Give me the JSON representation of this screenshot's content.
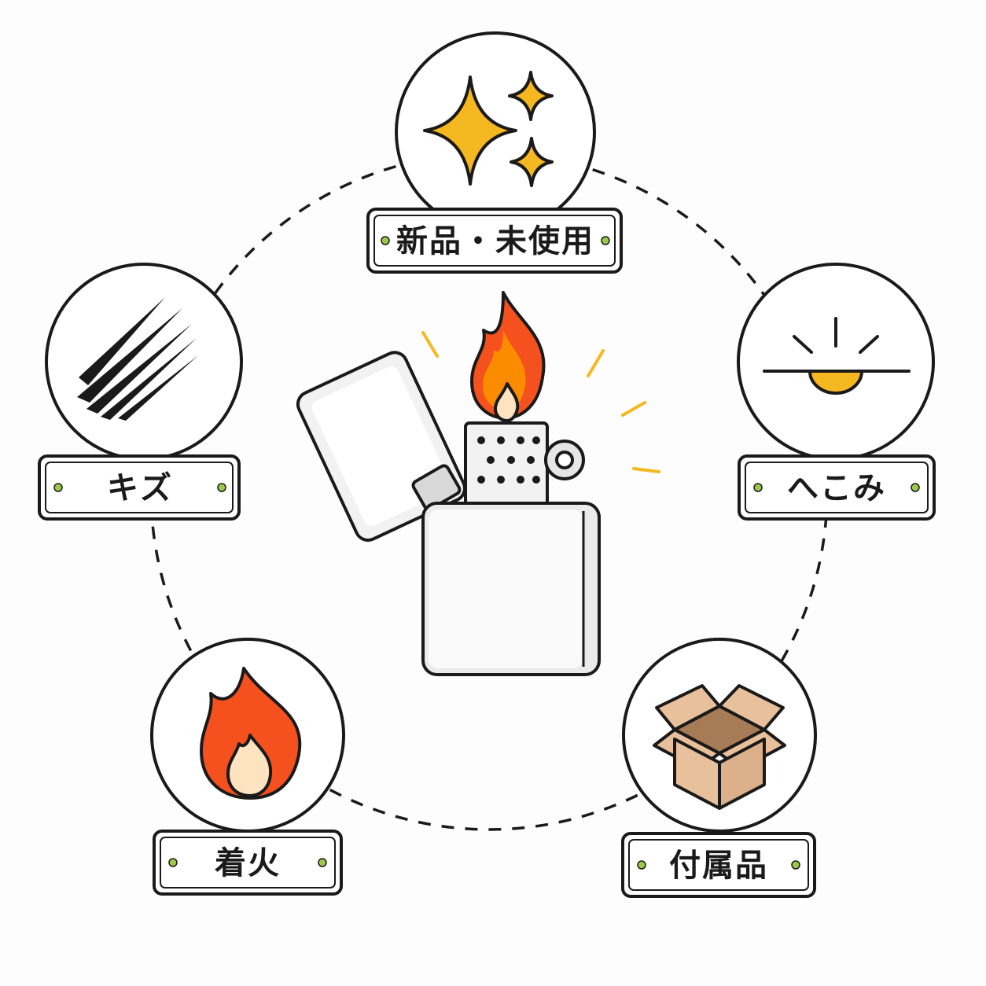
{
  "center": {
    "icon": "zippo-lighter-icon"
  },
  "nodes": [
    {
      "id": "new",
      "label": "新品・未使用",
      "icon": "sparkle-icon"
    },
    {
      "id": "dent",
      "label": "へこみ",
      "icon": "dent-icon"
    },
    {
      "id": "accessories",
      "label": "付属品",
      "icon": "box-icon"
    },
    {
      "id": "ignition",
      "label": "着火",
      "icon": "fire-icon"
    },
    {
      "id": "scratch",
      "label": "キズ",
      "icon": "scratch-icon"
    }
  ],
  "colors": {
    "outline": "#1a1a1a",
    "sparkle": "#f6b821",
    "flame_outer": "#f4511e",
    "flame_mid": "#fb8c00",
    "flame_inner": "#fde3c0",
    "box": "#e8c09c",
    "box_inside": "#a77b55",
    "dot_accent": "#9bc94a",
    "metal": "#f2f2f2"
  }
}
